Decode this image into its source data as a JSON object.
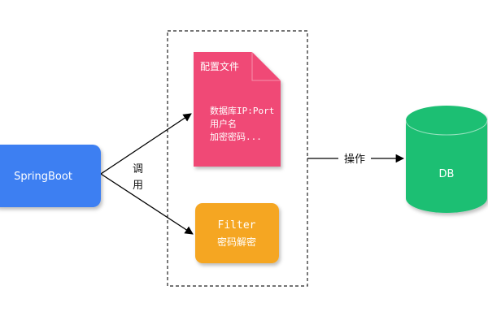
{
  "nodes": {
    "springboot": {
      "label": "SpringBoot",
      "fill": "#3d7ff2"
    },
    "config_file": {
      "title": "配置文件",
      "lines": [
        "数据库IP:Port",
        "用户名",
        "加密密码..."
      ],
      "fill": "#f04876"
    },
    "filter": {
      "lines": [
        "Filter",
        "密码解密"
      ],
      "fill": "#f5a623"
    },
    "db": {
      "label": "DB",
      "fill": "#1dbf73"
    }
  },
  "edges": {
    "call": {
      "label": "调\n用"
    },
    "operate": {
      "label": "操作"
    }
  }
}
